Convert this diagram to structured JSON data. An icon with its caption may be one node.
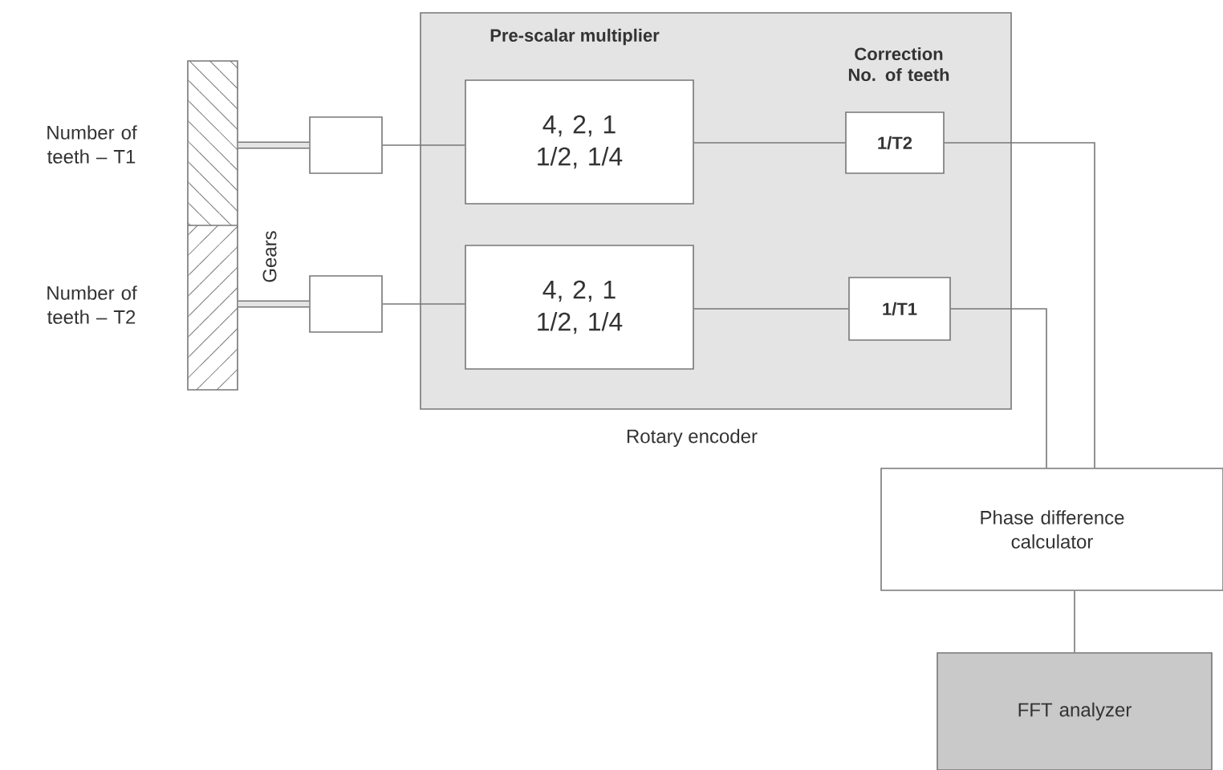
{
  "diagram": {
    "nodes": [
      {
        "text": [],
        "shape": "box"
      },
      {
        "text": [],
        "shape": "box"
      },
      {
        "text": [],
        "shape": "box"
      },
      {
        "text": [
          "Pre-scalar multiplier",
          "Correction No. of teeth"
        ],
        "beside": [
          "Rotary encoder"
        ]
      },
      {
        "text": [
          "4, 2, 1 1/2, 1/4"
        ],
        "in": 3
      },
      {
        "text": [
          "4, 2, 1 1/2, 1/4"
        ],
        "in": 3
      },
      {
        "text": [
          "1/T2"
        ],
        "in": 3
      },
      {
        "text": [
          "1/T1"
        ],
        "in": 3
      },
      {
        "text": [
          "Phase difference calculator"
        ]
      },
      {
        "text": [
          "FFT analyzer"
        ]
      }
    ],
    "edges": [
      {
        "from": 0,
        "to": 1,
        "arrow": "none",
        "style": "thick"
      },
      {
        "from": 0,
        "to": 2,
        "arrow": "none",
        "style": "thick"
      },
      {
        "from": 1,
        "to": 4,
        "arrow": "none"
      },
      {
        "from": 2,
        "to": 5,
        "arrow": "none"
      },
      {
        "from": 4,
        "to": 6,
        "arrow": "none"
      },
      {
        "from": 5,
        "to": 7,
        "arrow": "none"
      },
      {
        "from": 6,
        "to": 8,
        "arrow": "none"
      },
      {
        "from": 7,
        "to": 8,
        "arrow": "none"
      },
      {
        "from": 8,
        "to": 9,
        "arrow": "none"
      }
    ],
    "labels": [
      "Number of teeth – T1",
      "Number of teeth – T2",
      "Gears"
    ]
  }
}
